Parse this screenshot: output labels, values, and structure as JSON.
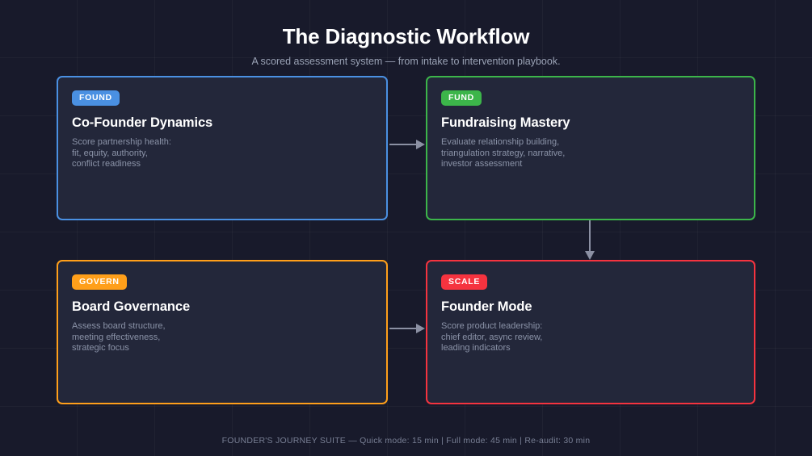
{
  "header": {
    "title": "The Diagnostic Workflow",
    "subtitle": "A scored assessment system — from intake to intervention playbook."
  },
  "colors": {
    "background": "#181a2b",
    "grid_line": "#242738",
    "card_fill": "#23273a",
    "title_text": "#ffffff",
    "muted_text": "#8b93a8",
    "footer_text": "#787f94",
    "accent_blue": "#4a90e2",
    "accent_green": "#3cb54a",
    "accent_orange": "#ff9f1a",
    "accent_red": "#f5333f",
    "arrow": "#8b90a3"
  },
  "cards": [
    {
      "badge": "FOUND",
      "badge_color": "#4a90e2",
      "title": "Co-Founder Dynamics",
      "desc_lines": [
        "Score partnership health:",
        "fit, equity, authority,",
        "conflict readiness"
      ]
    },
    {
      "badge": "FUND",
      "badge_color": "#3cb54a",
      "title": "Fundraising Mastery",
      "desc_lines": [
        "Evaluate relationship building,",
        "triangulation strategy, narrative,",
        "investor assessment"
      ]
    },
    {
      "badge": "GOVERN",
      "badge_color": "#ff9f1a",
      "title": "Board Governance",
      "desc_lines": [
        "Assess board structure,",
        "meeting effectiveness,",
        "strategic focus"
      ]
    },
    {
      "badge": "SCALE",
      "badge_color": "#f5333f",
      "title": "Founder Mode",
      "desc_lines": [
        "Score product leadership:",
        "chief editor, async review,",
        "leading indicators"
      ]
    }
  ],
  "connectors": [
    {
      "name": "found-to-fund",
      "direction": "right"
    },
    {
      "name": "fund-to-scale",
      "direction": "down"
    },
    {
      "name": "govern-to-scale",
      "direction": "right"
    }
  ],
  "footer": {
    "text": "FOUNDER'S JOURNEY SUITE  —  Quick mode: 15 min  |  Full mode: 45 min  |  Re-audit: 30 min"
  }
}
